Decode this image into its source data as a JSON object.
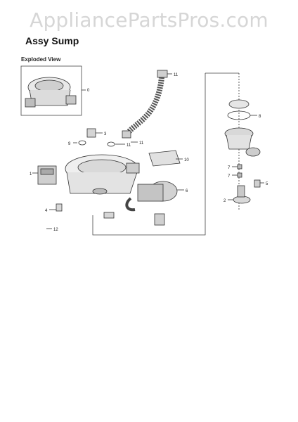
{
  "watermark": "AppliancePartsPros.com",
  "title": "Assy Sump",
  "view_label": "Exploded View",
  "callouts": [
    {
      "id": "c11a",
      "text": "11"
    },
    {
      "id": "c0",
      "text": "0"
    },
    {
      "id": "c8",
      "text": "8"
    },
    {
      "id": "c3",
      "text": "3"
    },
    {
      "id": "c9",
      "text": "9"
    },
    {
      "id": "c11b",
      "text": "11"
    },
    {
      "id": "c11c",
      "text": "11"
    },
    {
      "id": "c10",
      "text": "10"
    },
    {
      "id": "c1",
      "text": "1"
    },
    {
      "id": "c6",
      "text": "6"
    },
    {
      "id": "c7a",
      "text": "7"
    },
    {
      "id": "c7b",
      "text": "7"
    },
    {
      "id": "c5",
      "text": "5"
    },
    {
      "id": "c2",
      "text": "2"
    },
    {
      "id": "c4",
      "text": "4"
    },
    {
      "id": "c12",
      "text": "12"
    }
  ]
}
